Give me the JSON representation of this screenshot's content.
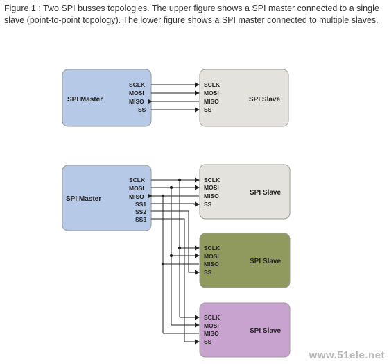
{
  "caption": "Figure 1 : Two SPI busses topologies. The upper figure shows a SPI master connected to a single slave (point-to-point topology). The lower figure shows a SPI master connected to multiple slaves.",
  "top": {
    "master_label": "SPI Master",
    "slave_label": "SPI Slave",
    "master_pins": [
      "SCLK",
      "MOSI",
      "MISO",
      "SS"
    ],
    "slave_pins": [
      "SCLK",
      "MOSI",
      "MISO",
      "SS"
    ]
  },
  "bottom": {
    "master_label": "SPI Master",
    "master_pins": [
      "SCLK",
      "MOSI",
      "MISO",
      "SS1",
      "SS2",
      "SS3"
    ],
    "slaves": [
      {
        "label": "SPI Slave",
        "pins": [
          "SCLK",
          "MOSI",
          "MISO",
          "SS"
        ],
        "color": "#e4e2dc"
      },
      {
        "label": "SPI Slave",
        "pins": [
          "SCLK",
          "MOSI",
          "MISO",
          "SS"
        ],
        "color": "#909a5f"
      },
      {
        "label": "SPI Slave",
        "pins": [
          "SCLK",
          "MOSI",
          "MISO",
          "SS"
        ],
        "color": "#c9a3cf"
      }
    ]
  },
  "colors": {
    "master": "#b6c9e6",
    "slave_top": "#e4e2dc",
    "wire": "#222222"
  },
  "watermark": "www.51ele.net"
}
